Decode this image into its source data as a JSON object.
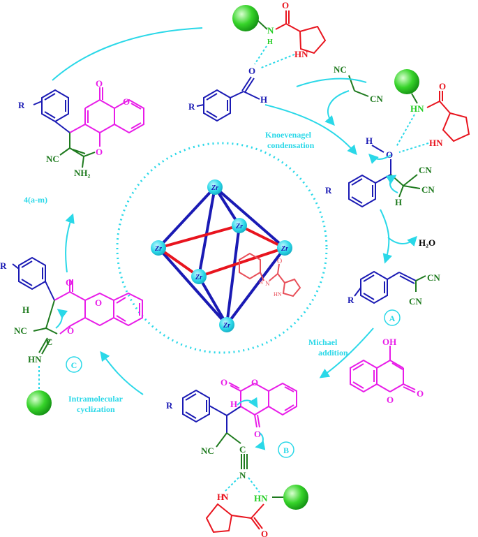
{
  "colors": {
    "blue": "#1a1ab4",
    "red": "#e8141e",
    "green": "#1e7a1e",
    "lime": "#22cc22",
    "magenta": "#e81ce8",
    "cyan": "#2ad8e8",
    "black": "#000000"
  },
  "center": {
    "zr_label": "Zr",
    "nh_label": "N",
    "h_label": "H",
    "o_label": "O",
    "hn_label": "HN"
  },
  "top": {
    "o": "O",
    "n_h": "N",
    "h_small": "H",
    "hn": "HN",
    "o_ald": "O",
    "h_ald": "H",
    "r": "R",
    "nc": "NC",
    "cn": "CN"
  },
  "right_intermediate": {
    "o": "O",
    "hn": "HN",
    "hn2": "HN",
    "h": "H",
    "o2": "O",
    "r": "R",
    "cn1": "CN",
    "cn2": "CN",
    "h2": "H"
  },
  "water": "H₂O",
  "intermediate_a": {
    "r": "R",
    "cn1": "CN",
    "cn2": "CN",
    "label": "A"
  },
  "coumarin": {
    "oh": "OH",
    "o1": "O",
    "o2": "O"
  },
  "intermediate_b": {
    "r": "R",
    "o1": "O",
    "o2": "O",
    "o3": "O",
    "h": "H",
    "nc": "NC",
    "c": "C",
    "n": "N",
    "h2": "H",
    "n2": "N",
    "hn": "HN",
    "o4": "O",
    "label": "B"
  },
  "intermediate_c": {
    "r": "R",
    "o1": "O",
    "o2": "O",
    "o3": "O",
    "h": "H",
    "nc": "NC",
    "c": "C",
    "hn": "HN",
    "label": "C"
  },
  "product": {
    "r": "R",
    "o1": "O",
    "o2": "O",
    "o3": "O",
    "nc": "NC",
    "nh2": "NH₂",
    "label": "4(a-m)"
  },
  "steps": {
    "knoev1": "Knoevenagel",
    "knoev2": "condensation",
    "michael1": "Michael",
    "michael2": "addition",
    "intra1": "Intramolecular",
    "intra2": "cyclization"
  }
}
